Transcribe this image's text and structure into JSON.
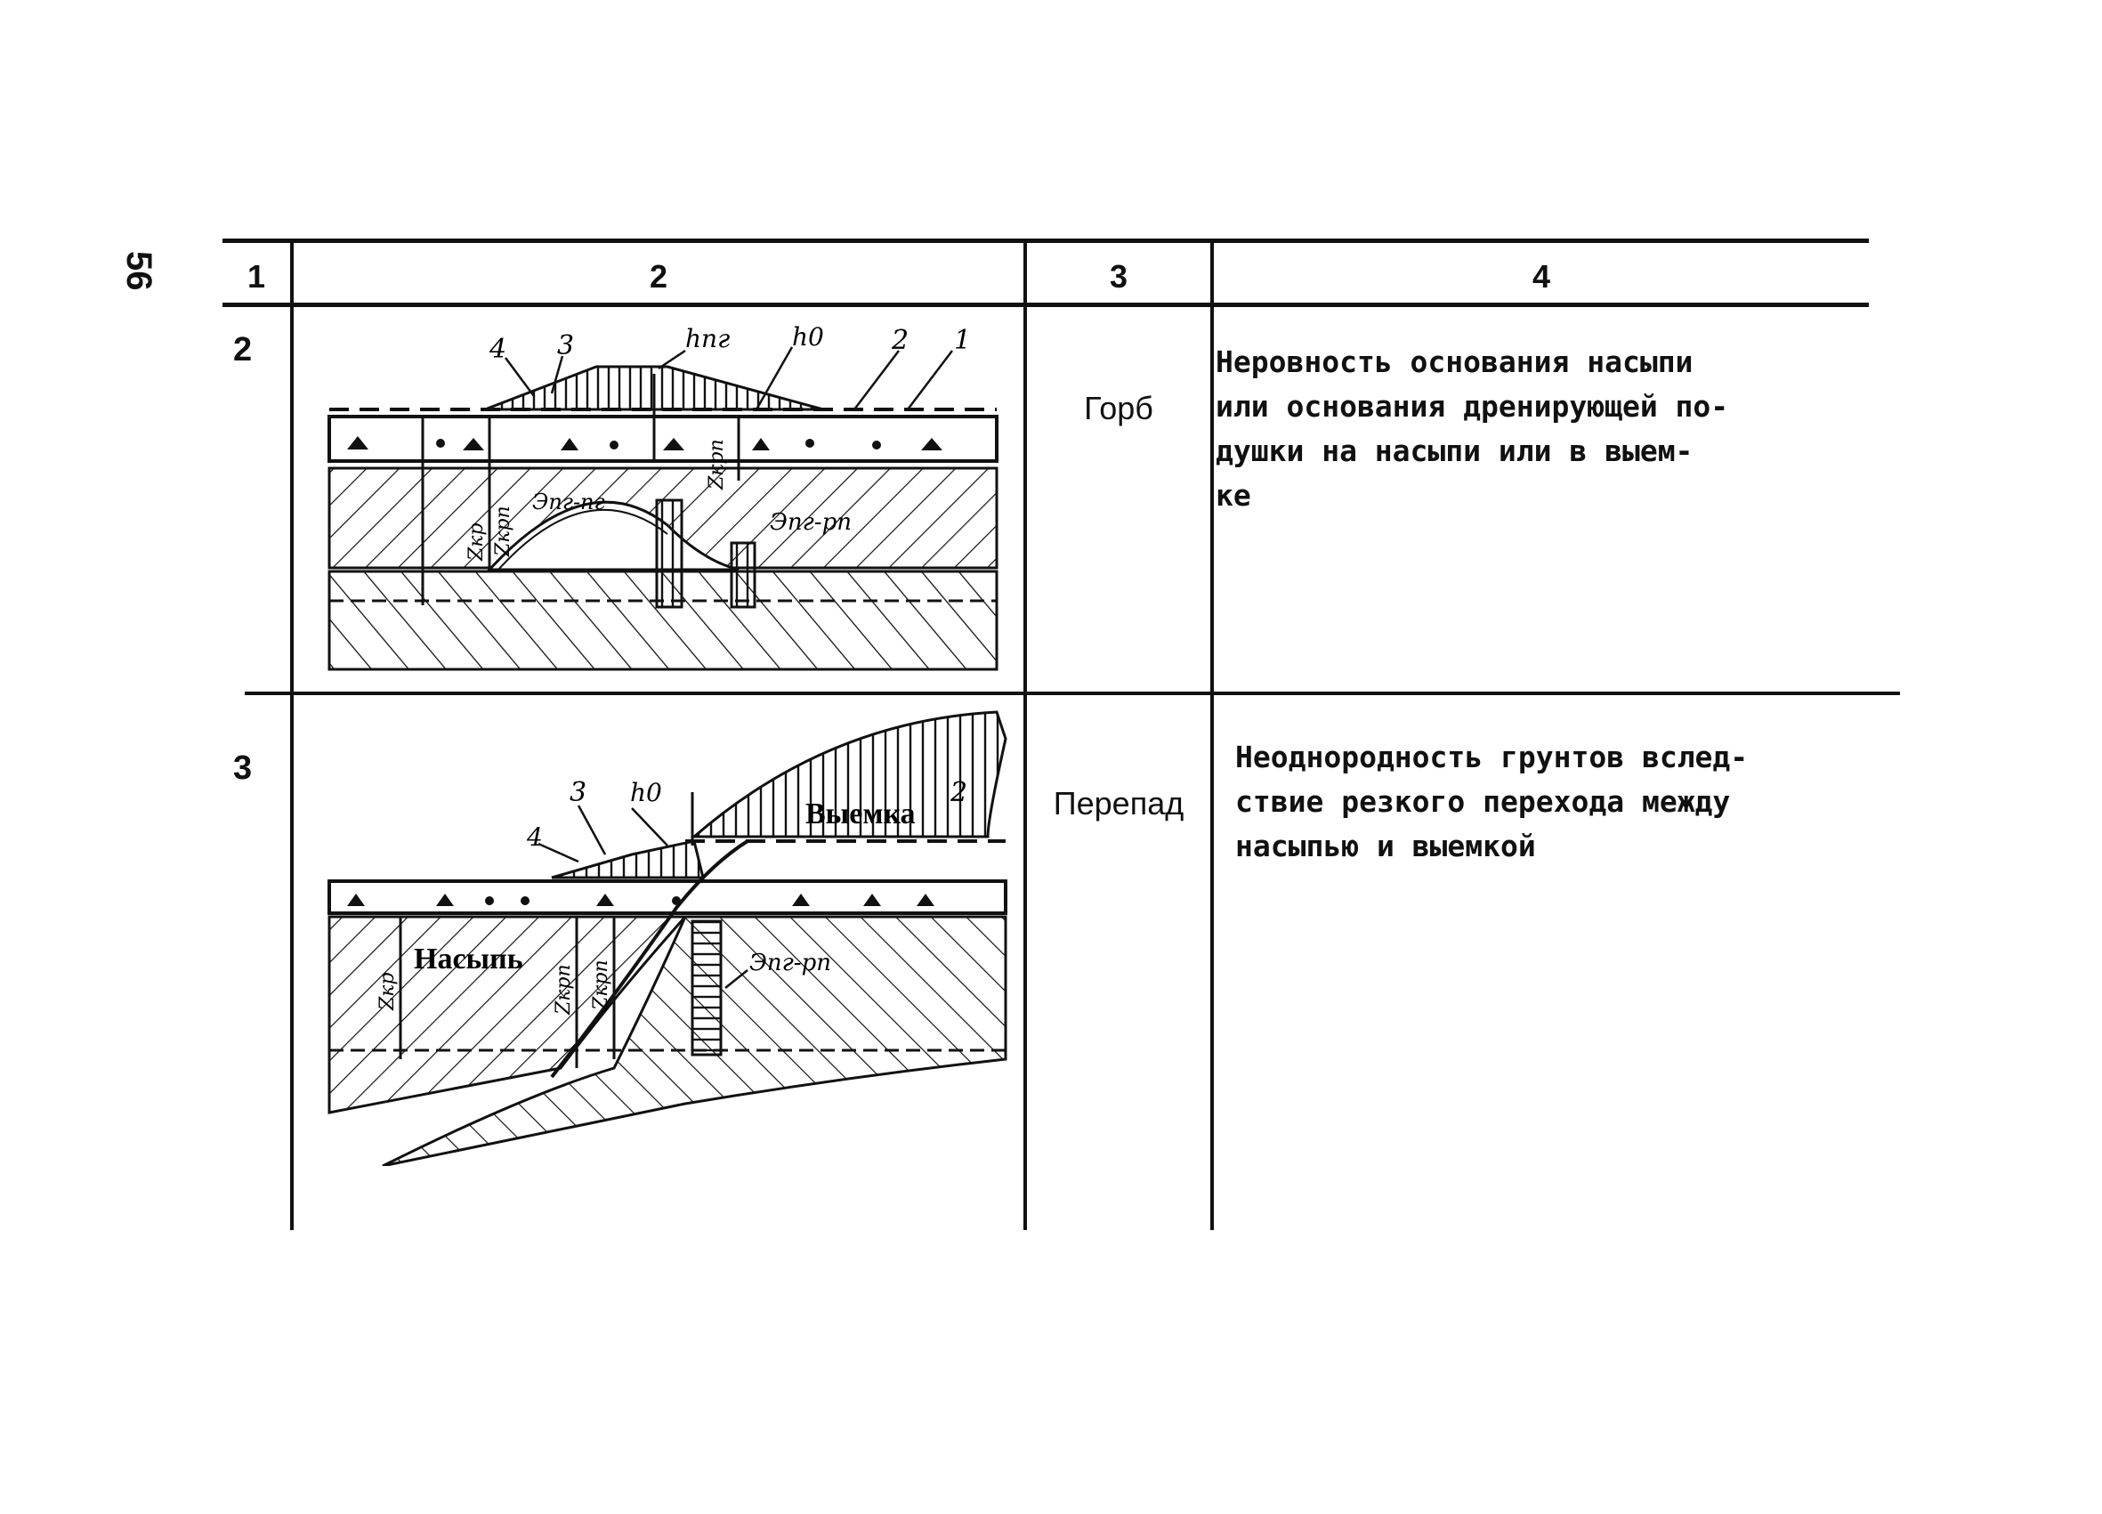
{
  "page": {
    "number": "56"
  },
  "table": {
    "headers": [
      "1",
      "2",
      "3",
      "4"
    ],
    "rows": [
      {
        "num": "2",
        "label": "Горб",
        "description": "Неровность основания насыпи\nили основания дренирующей по-\nдушки на насыпи или в выем-\nке",
        "figure_labels": [
          "4",
          "3",
          "hпг",
          "h0",
          "2",
          "1",
          "Zкрп",
          "Zкр",
          "Zкрп",
          "Эпг-пг",
          "Эпг-рп"
        ]
      },
      {
        "num": "3",
        "label": "Перепад",
        "description": "Неоднородность грунтов вслед-\nствие резкого перехода между\nнасыпью и выемкой",
        "figure_labels": [
          "3",
          "h0",
          "4",
          "Выемка",
          "2",
          "Насыпь",
          "Zкр",
          "Zкрп",
          "Zкрп",
          "Эпг-рп"
        ]
      }
    ]
  },
  "colors": {
    "ink": "#111111",
    "paper": "#ffffff"
  }
}
